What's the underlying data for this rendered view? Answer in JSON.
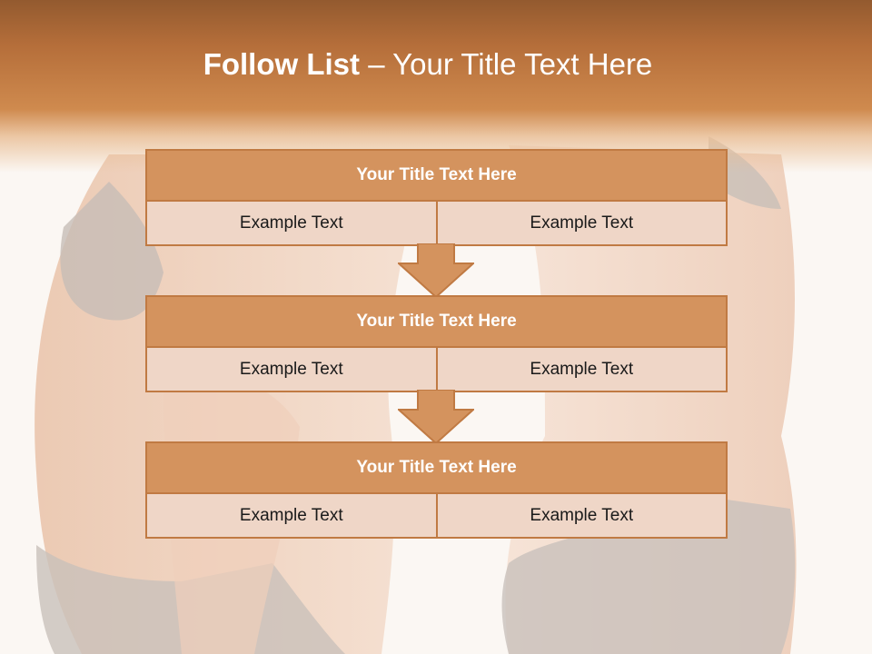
{
  "slide": {
    "title_bold": "Follow List",
    "title_rest": " – Your Title Text Here"
  },
  "steps": [
    {
      "title": "Your Title Text Here",
      "cells": [
        "Example Text",
        "Example Text"
      ]
    },
    {
      "title": "Your Title Text Here",
      "cells": [
        "Example Text",
        "Example Text"
      ]
    },
    {
      "title": "Your Title Text Here",
      "cells": [
        "Example Text",
        "Example Text"
      ]
    }
  ],
  "colors": {
    "header_band": "#b56e3a",
    "box_header": "#d4935e",
    "box_cell": "#efd6c7",
    "box_border": "#c07a43",
    "arrow_fill": "#d4935e"
  },
  "icons": {
    "connector": "down-arrow-icon"
  }
}
